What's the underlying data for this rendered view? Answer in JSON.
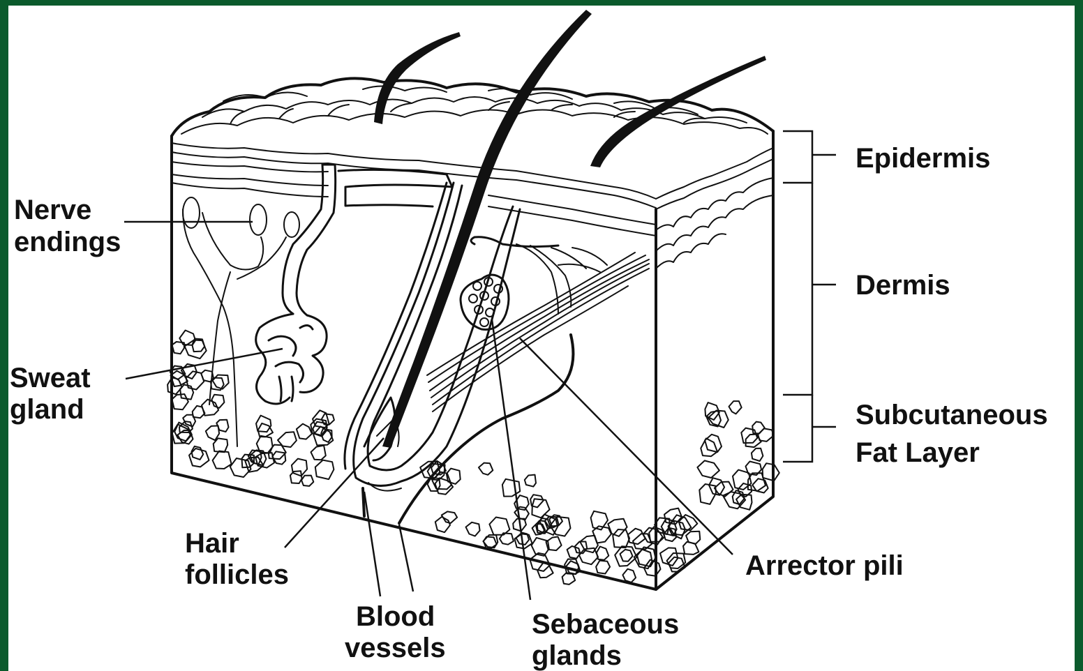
{
  "diagram": {
    "labels": {
      "nerve_endings": [
        "Nerve",
        "endings"
      ],
      "sweat_gland": [
        "Sweat",
        "gland"
      ],
      "hair_follicles": [
        "Hair",
        "follicles"
      ],
      "blood_vessels": [
        "Blood",
        "vessels"
      ],
      "sebaceous_glands": [
        "Sebaceous",
        "glands"
      ],
      "arrector_pili": "Arrector pili",
      "epidermis": "Epidermis",
      "dermis": "Dermis",
      "subcutaneous": [
        "Subcutaneous",
        "Fat Layer"
      ]
    },
    "colors": {
      "border": "#0b5a2c",
      "background": "#ffffff",
      "ink": "#111111"
    }
  }
}
